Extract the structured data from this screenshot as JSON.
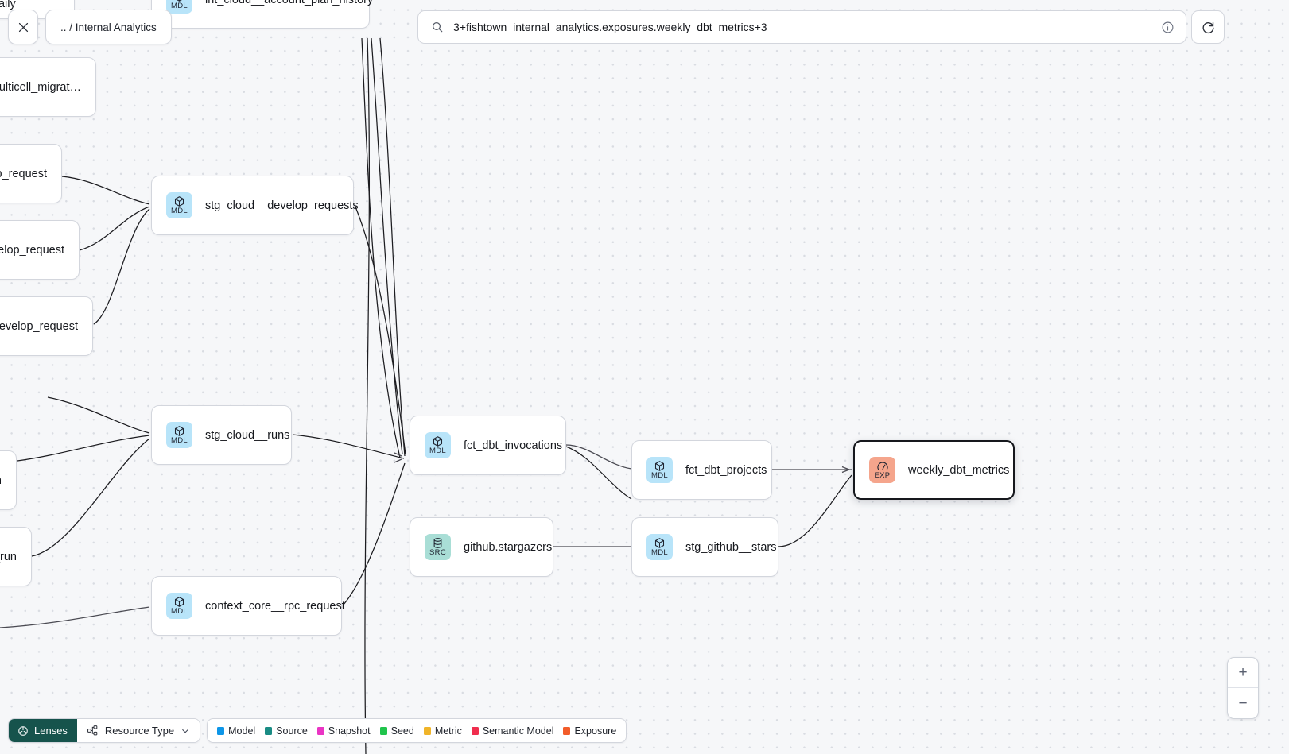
{
  "toolbar": {
    "close_icon": "close-icon",
    "breadcrumb": ".. / Internal Analytics",
    "search_icon": "search-icon",
    "search_value": "3+fishtown_internal_analytics.exposures.weekly_dbt_metrics+3",
    "info_icon": "info-icon",
    "refresh_icon": "refresh-icon"
  },
  "bottom": {
    "lenses_label": "Lenses",
    "lenses_icon": "aperture-icon",
    "resource_type_label": "Resource Type",
    "resource_type_icon": "node-graph-icon",
    "chevron_icon": "chevron-down-icon",
    "legend": [
      {
        "label": "Model",
        "color": "#0d96e8"
      },
      {
        "label": "Source",
        "color": "#1a8c84"
      },
      {
        "label": "Snapshot",
        "color": "#ea34c4"
      },
      {
        "label": "Seed",
        "color": "#20c44c"
      },
      {
        "label": "Metric",
        "color": "#f0b429"
      },
      {
        "label": "Semantic Model",
        "color": "#f02d4e"
      },
      {
        "label": "Exposure",
        "color": "#f25c2a"
      }
    ]
  },
  "zoom_controls": {
    "zoom_in_label": "+",
    "zoom_out_label": "−"
  },
  "graph": {
    "nodes": [
      {
        "id": "n_snapshot_daily",
        "label": "snapshot_daily",
        "type": "MDL",
        "clipped": true
      },
      {
        "id": "n_int_cloud_account_plan",
        "label": "int_cloud__account_plan_history",
        "type": "MDL",
        "clipped": true
      },
      {
        "id": "n_multicell_migrat",
        "label": "multicell_migrat…",
        "type": "MDL",
        "clipped": true
      },
      {
        "id": "n_op_request",
        "label": "op_request",
        "type": "MDL",
        "clipped": true
      },
      {
        "id": "n_velop_request",
        "label": "velop_request",
        "type": "MDL",
        "clipped": true
      },
      {
        "id": "n_develop_request",
        "label": "_develop_request",
        "type": "MDL",
        "clipped": true
      },
      {
        "id": "n_left_n",
        "label": "n",
        "type": "MDL",
        "clipped": true
      },
      {
        "id": "n_left_run",
        "label": "_run",
        "type": "MDL",
        "clipped": true
      },
      {
        "id": "n_stg_cloud_develop_requests",
        "label": "stg_cloud__develop_requests",
        "type": "MDL",
        "clipped": false
      },
      {
        "id": "n_stg_cloud_runs",
        "label": "stg_cloud__runs",
        "type": "MDL",
        "clipped": false
      },
      {
        "id": "n_context_core_rpc_request",
        "label": "context_core__rpc_request",
        "type": "MDL",
        "clipped": false
      },
      {
        "id": "n_fct_dbt_invocations",
        "label": "fct_dbt_invocations",
        "type": "MDL",
        "clipped": false
      },
      {
        "id": "n_github_stargazers",
        "label": "github.stargazers",
        "type": "SRC",
        "clipped": false
      },
      {
        "id": "n_fct_dbt_projects",
        "label": "fct_dbt_projects",
        "type": "MDL",
        "clipped": false
      },
      {
        "id": "n_stg_github_stars",
        "label": "stg_github__stars",
        "type": "MDL",
        "clipped": false
      },
      {
        "id": "n_weekly_dbt_metrics",
        "label": "weekly_dbt_metrics",
        "type": "EXP",
        "clipped": false,
        "selected": true
      }
    ],
    "badge_abbrs": {
      "MDL": "MDL",
      "SRC": "SRC",
      "EXP": "EXP"
    }
  }
}
